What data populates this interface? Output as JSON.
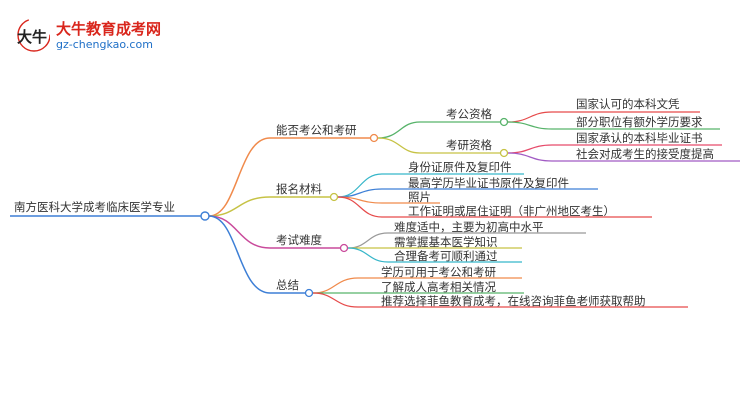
{
  "brand": {
    "name": "大牛教育成考网",
    "url": "gz-chengkao.com",
    "logo_text": "大牛"
  },
  "root": {
    "label": "南方医科大学成考临床医学专业"
  },
  "branches": [
    {
      "label": "能否考公和考研",
      "color": "#f08a4b",
      "children": [
        {
          "label": "考公资格",
          "color": "#57b36a",
          "children": [
            {
              "label": "国家认可的本科文凭",
              "color": "#e64a4a"
            },
            {
              "label": "部分职位有额外学历要求",
              "color": "#57b36a"
            }
          ]
        },
        {
          "label": "考研资格",
          "color": "#c6c244",
          "children": [
            {
              "label": "国家承认的本科毕业证书",
              "color": "#e64a6a"
            },
            {
              "label": "社会对成考生的接受度提高",
              "color": "#a15bc4"
            }
          ]
        }
      ]
    },
    {
      "label": "报名材料",
      "color": "#c6c244",
      "children": [
        {
          "label": "身份证原件及复印件",
          "color": "#36b6c9"
        },
        {
          "label": "最高学历毕业证书原件及复印件",
          "color": "#3d7fd6"
        },
        {
          "label": "照片",
          "color": "#f08a4b"
        },
        {
          "label": "工作证明或居住证明（非广州地区考生）",
          "color": "#e64a4a"
        }
      ]
    },
    {
      "label": "考试难度",
      "color": "#c94a9b",
      "children": [
        {
          "label": "难度适中，主要为初高中水平",
          "color": "#999999"
        },
        {
          "label": "需掌握基本医学知识",
          "color": "#c6c244"
        },
        {
          "label": "合理备考可顺利通过",
          "color": "#36b6c9"
        }
      ]
    },
    {
      "label": "总结",
      "color": "#3d7fd6",
      "children": [
        {
          "label": "学历可用于考公和考研",
          "color": "#f08a4b"
        },
        {
          "label": "了解成人高考相关情况",
          "color": "#57b36a"
        },
        {
          "label": "推荐选择菲鱼教育成考，在线咨询菲鱼老师获取帮助",
          "color": "#e64a4a"
        }
      ]
    }
  ],
  "colors": {
    "root": "#3d7fd6",
    "text": "#333333"
  }
}
